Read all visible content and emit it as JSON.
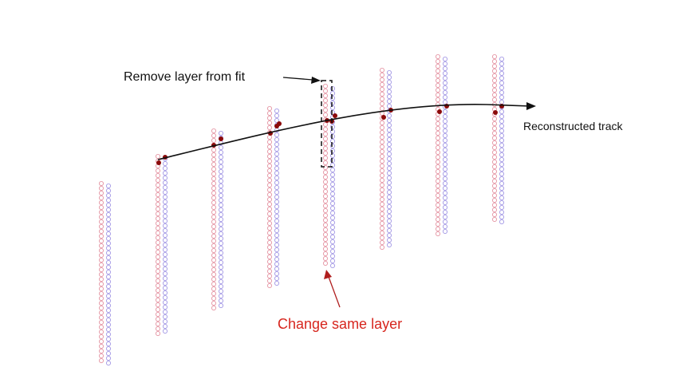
{
  "annotations": {
    "remove_layer": "Remove layer from fit",
    "track": "Reconstructed track",
    "change_layer": "Change same layer"
  },
  "colors": {
    "layer_tube_a": "#e28a9a",
    "layer_tube_b": "#9a8ee2",
    "hit": "#8b0a0a",
    "track": "#111111",
    "change_label": "#d7261e",
    "arrow": "#b01e1e"
  }
}
